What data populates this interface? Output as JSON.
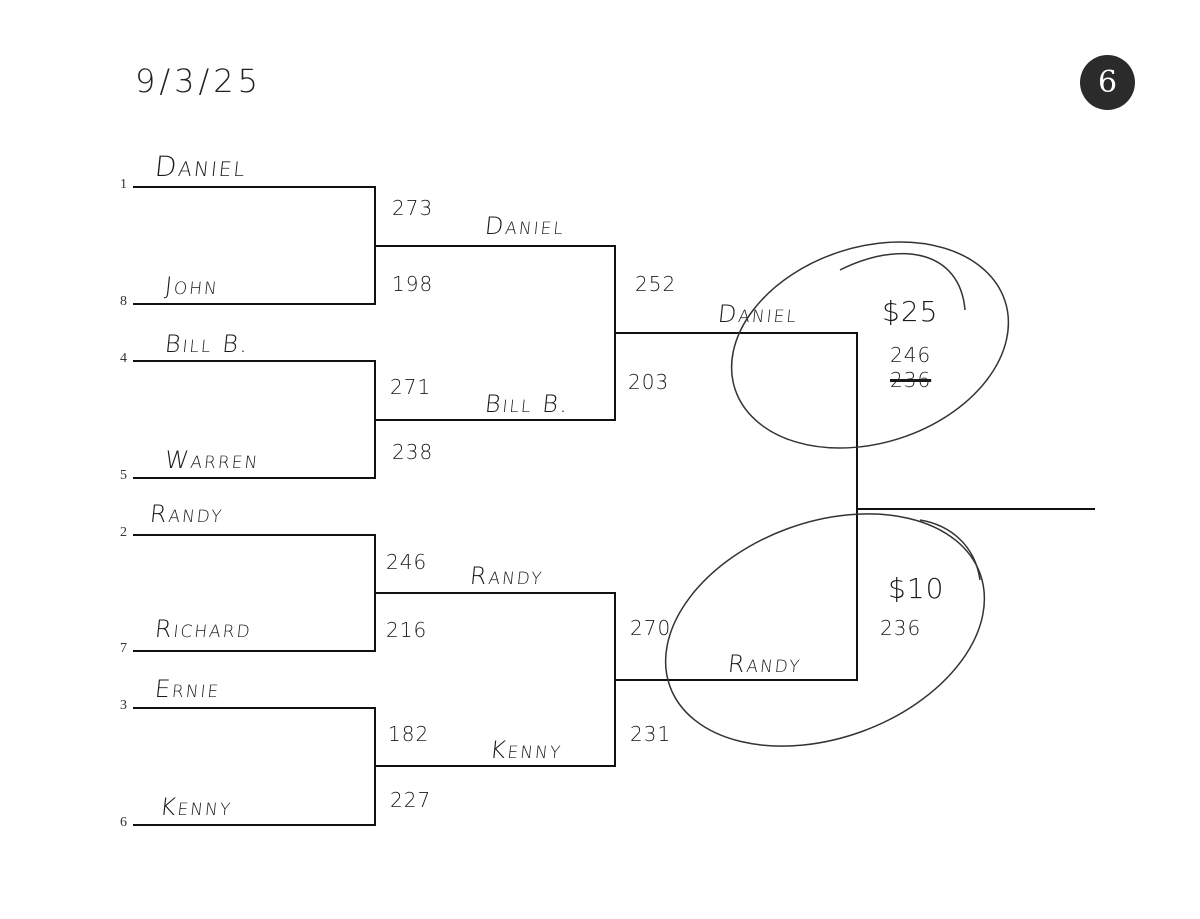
{
  "date": "9/3/25",
  "page_badge": "6",
  "round1": [
    {
      "seed": "1",
      "name": "Daniel",
      "score": "273"
    },
    {
      "seed": "8",
      "name": "John",
      "score": "198"
    },
    {
      "seed": "4",
      "name": "Bill B.",
      "score": "271"
    },
    {
      "seed": "5",
      "name": "Warren",
      "score": "238"
    },
    {
      "seed": "2",
      "name": "Randy",
      "score": "246"
    },
    {
      "seed": "7",
      "name": "Richard",
      "score": "216"
    },
    {
      "seed": "3",
      "name": "Ernie",
      "score": "182"
    },
    {
      "seed": "6",
      "name": "Kenny",
      "score": "227"
    }
  ],
  "round2": [
    {
      "name": "Daniel",
      "score": "252"
    },
    {
      "name": "Bill B.",
      "score": "203"
    },
    {
      "name": "Randy",
      "score": "270"
    },
    {
      "name": "Kenny",
      "score": "231"
    }
  ],
  "round3": [
    {
      "name": "Daniel",
      "prize": "$25",
      "score": "246",
      "struck_score": "236"
    },
    {
      "name": "Randy",
      "prize": "$10",
      "score": "236"
    }
  ]
}
